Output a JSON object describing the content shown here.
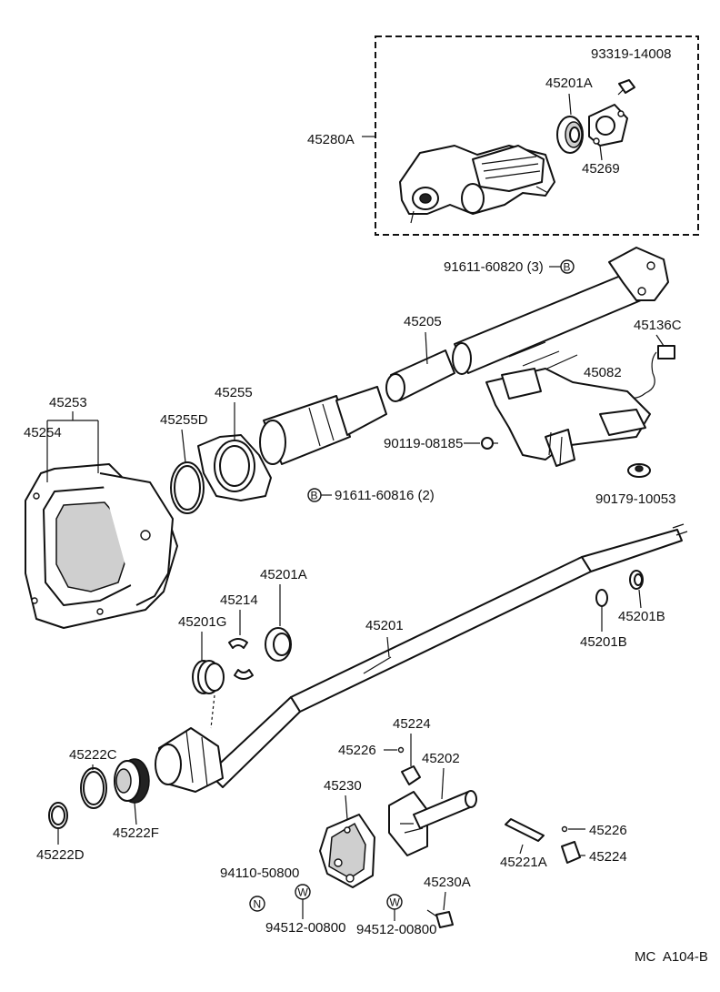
{
  "labels": {
    "p93319_14008": "93319-14008",
    "p45201A_top": "45201A",
    "p45280A": "45280A",
    "p45269": "45269",
    "p91611_60820": "91611-60820 (3)",
    "marker_B": "B",
    "p45205": "45205",
    "p45136C": "45136C",
    "p45082": "45082",
    "p45253": "45253",
    "p45254": "45254",
    "p45255": "45255",
    "p45255D": "45255D",
    "p90119_08185": "90119-08185",
    "p91611_60816": "91611-60816 (2)",
    "p90179_10053": "90179-10053",
    "p45201A_mid": "45201A",
    "p45214": "45214",
    "p45201G": "45201G",
    "p45201": "45201",
    "p45201B_a": "45201B",
    "p45201B_b": "45201B",
    "p45224_top": "45224",
    "p45226_top": "45226",
    "p45202": "45202",
    "p45222C": "45222C",
    "p45230": "45230",
    "p45222F": "45222F",
    "p45222D": "45222D",
    "p45226_right": "45226",
    "p45221A": "45221A",
    "p45224_right": "45224",
    "p94110_50800": "94110-50800",
    "marker_N": "N",
    "marker_W": "W",
    "p45230A": "45230A",
    "p94512_00800_a": "94512-00800",
    "p94512_00800_b": "94512-00800",
    "footer": "MC  A104-B"
  }
}
